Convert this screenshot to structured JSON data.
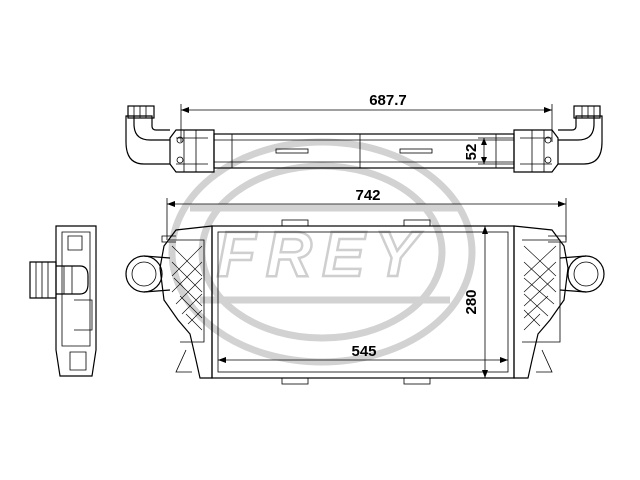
{
  "watermark": {
    "text": "FREY"
  },
  "dimensions": {
    "top_length": "687.7",
    "top_height": "52",
    "overall_width": "742",
    "core_height": "280",
    "core_width": "545"
  },
  "colors": {
    "line": "#000000",
    "watermark": "#cfcfcf",
    "background": "#ffffff"
  }
}
